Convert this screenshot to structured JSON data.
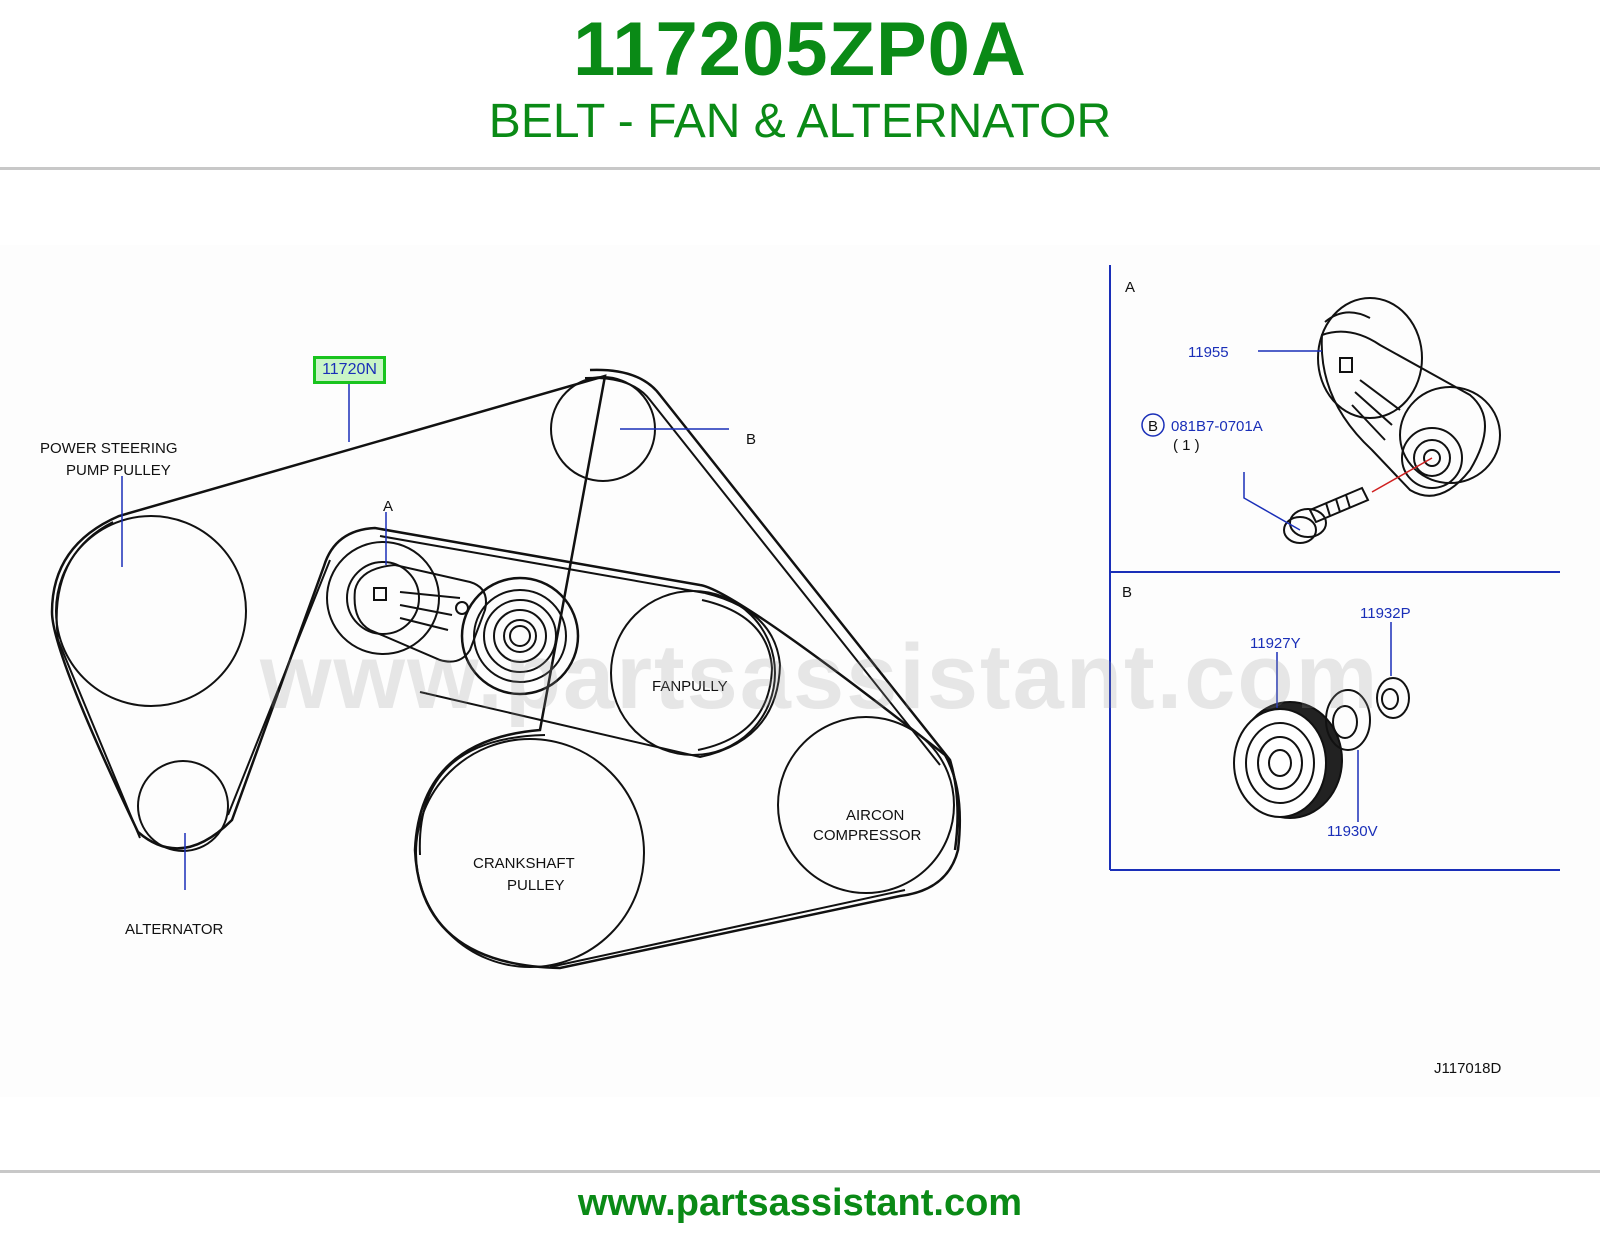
{
  "header": {
    "part_number": "117205ZP0A",
    "part_title": "BELT - FAN & ALTERNATOR"
  },
  "diagram": {
    "callout_main": "11720N",
    "labels": {
      "power_steering_line1": "POWER   STEERING",
      "power_steering_line2": "PUMP   PULLEY",
      "alternator": "ALTERNATOR",
      "fan_pulley": "FANPULLY",
      "crankshaft_line1": "CRANKSHAFT",
      "crankshaft_line2": "PULLEY",
      "aircon_line1": "AIRCON",
      "aircon_line2": "COMPRESSOR",
      "marker_a": "A",
      "marker_b": "B",
      "drawing_code": "J117018D"
    },
    "detail_a": {
      "title": "A",
      "part_tensioner": "11955",
      "bolt_circle": "B",
      "part_bolt": "081B7-0701A",
      "bolt_qty": "(   1   )"
    },
    "detail_b": {
      "title": "B",
      "part_pulley": "11927Y",
      "part_spacer": "11932P",
      "part_washer": "11930V"
    }
  },
  "watermark": "www.partsassistant.com",
  "footer": {
    "url": "www.partsassistant.com"
  },
  "colors": {
    "brand_green": "#0a8a16",
    "callout_blue": "#1a2fb8",
    "highlight_green": "#19c41e"
  }
}
